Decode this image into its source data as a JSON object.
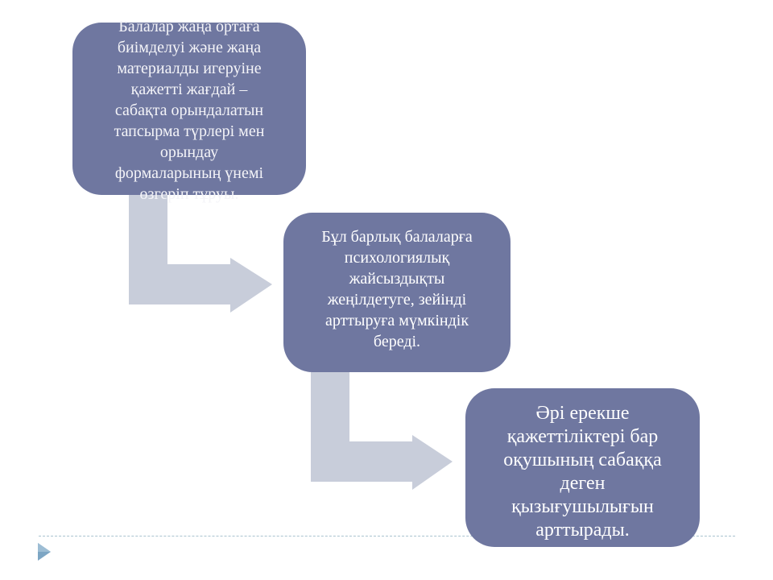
{
  "colors": {
    "box_fill": "#6f77a0",
    "box_text": "#ffffff",
    "connector_fill": "#c8cdda",
    "divider": "#a9c3cf",
    "marker": "#7da6c4"
  },
  "boxes": [
    {
      "lines": [
        "Балалар жаңа ортаға",
        "биімделуі және жаңа",
        "материалды игеруіне",
        "қажетті жағдай –",
        "сабақта орындалатын",
        "тапсырма түрлері мен",
        "орындау",
        "формаларының үнемі",
        "өзгеріп тұруы."
      ]
    },
    {
      "lines": [
        "Бұл барлық балаларға",
        "психологиялық",
        "жайсыздықты",
        "жеңілдетуге, зейінді",
        "арттыруға мүмкіндік",
        "береді."
      ]
    },
    {
      "lines": [
        "Әрі ерекше",
        "қажеттіліктері бар",
        "оқушының сабаққа",
        "деген",
        "қызығушылығын",
        "арттырады."
      ]
    }
  ]
}
